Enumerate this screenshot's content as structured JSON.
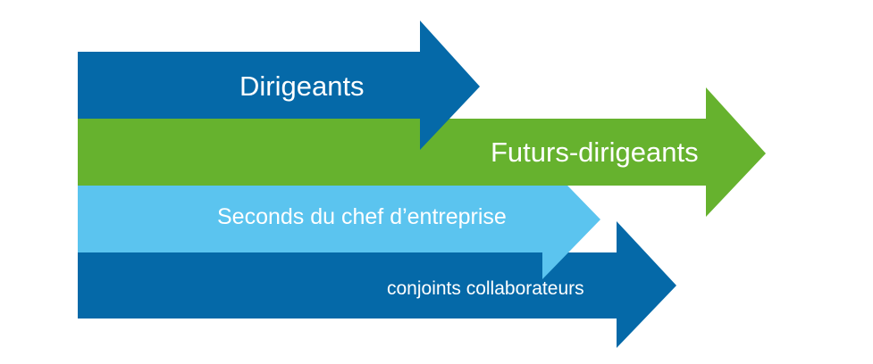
{
  "colors": {
    "dark_blue": "#0569a8",
    "green": "#66b22e",
    "light_blue": "#5bc4ef",
    "text": "#ffffff"
  },
  "arrows": [
    {
      "label": "Dirigeants"
    },
    {
      "label": "Futurs-dirigeants"
    },
    {
      "label": "Seconds du chef d’entreprise"
    },
    {
      "label": "conjoints collaborateurs"
    }
  ]
}
